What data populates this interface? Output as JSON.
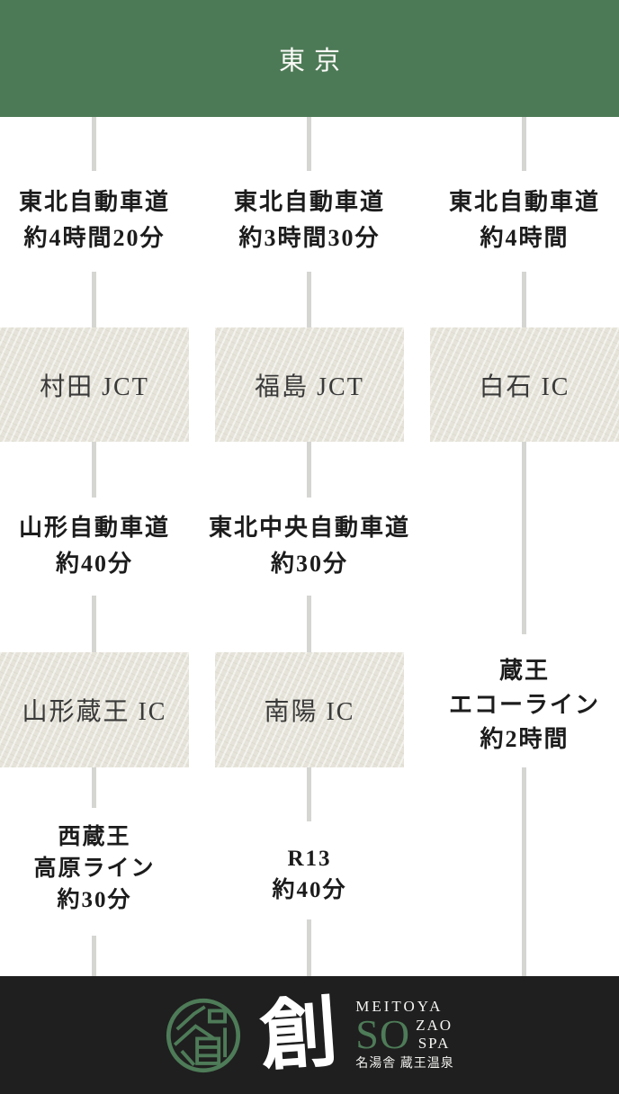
{
  "colors": {
    "header_green": "#4d7a56",
    "node_beige": "#e6e4da",
    "footer_black": "#1f1f1f",
    "connector_gray": "#d5d6d2",
    "logo_green": "#4e7b58"
  },
  "header": {
    "origin": "東京"
  },
  "routes": {
    "col1": {
      "leg1": [
        "東北自動車道",
        "約4時間20分"
      ],
      "node1": "村田 JCT",
      "leg2": [
        "山形自動車道",
        "約40分"
      ],
      "node2": "山形蔵王 IC",
      "leg3": [
        "西蔵王",
        "高原ライン",
        "約30分"
      ]
    },
    "col2": {
      "leg1": [
        "東北自動車道",
        "約3時間30分"
      ],
      "node1": "福島 JCT",
      "leg2": [
        "東北中央自動車道",
        "約30分"
      ],
      "node2": "南陽 IC",
      "leg3": [
        "R13",
        "約40分"
      ]
    },
    "col3": {
      "leg1": [
        "東北自動車道",
        "約4時間"
      ],
      "node1": "白石 IC",
      "leg2": [
        "蔵王",
        "エコーライン",
        "約2時間"
      ]
    }
  },
  "footer": {
    "emblem": "zao-onsen-seal",
    "logo_kanji": "創",
    "brand_name": "MEITOYA",
    "brand_so": "SO",
    "brand_zao": "ZAO",
    "brand_spa": "SPA",
    "tagline": "名湯舎 蔵王温泉"
  }
}
